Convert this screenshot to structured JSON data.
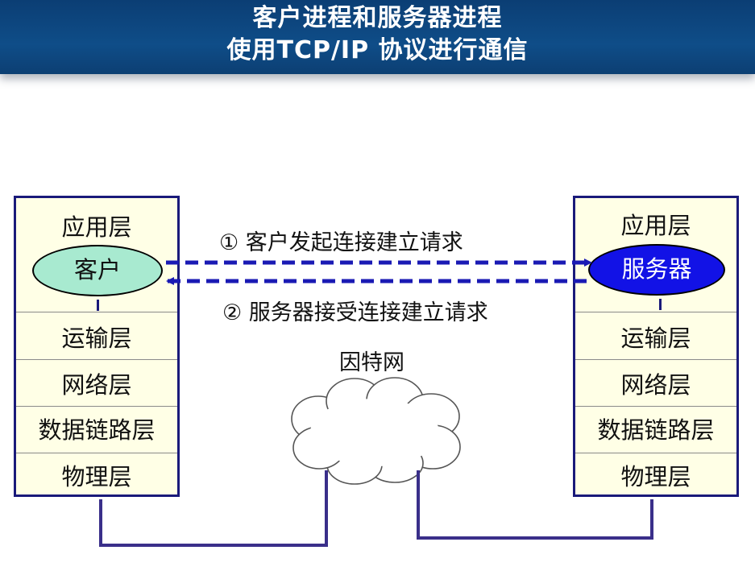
{
  "header": {
    "title_line1": "客户进程和服务器进程",
    "title_line2": "使用TCP/IP 协议进行通信"
  },
  "client_stack": {
    "layers": [
      "应用层",
      "运输层",
      "网络层",
      "数据链路层",
      "物理层"
    ],
    "process_label": "客户"
  },
  "server_stack": {
    "layers": [
      "应用层",
      "运输层",
      "网络层",
      "数据链路层",
      "物理层"
    ],
    "process_label": "服务器"
  },
  "messages": {
    "request": "① 客户发起连接建立请求",
    "accept": "② 服务器接受连接建立请求"
  },
  "internet": {
    "label": "因特网",
    "icon": "cloud-icon"
  },
  "colors": {
    "header_bg": "#0f4d88",
    "stack_bg": "#ffffe6",
    "stack_border": "#1a1a7a",
    "client_ellipse": "#a8ead0",
    "server_ellipse": "#1212e6",
    "arrow": "#1a1ab4",
    "cable": "#3a2f8a"
  }
}
